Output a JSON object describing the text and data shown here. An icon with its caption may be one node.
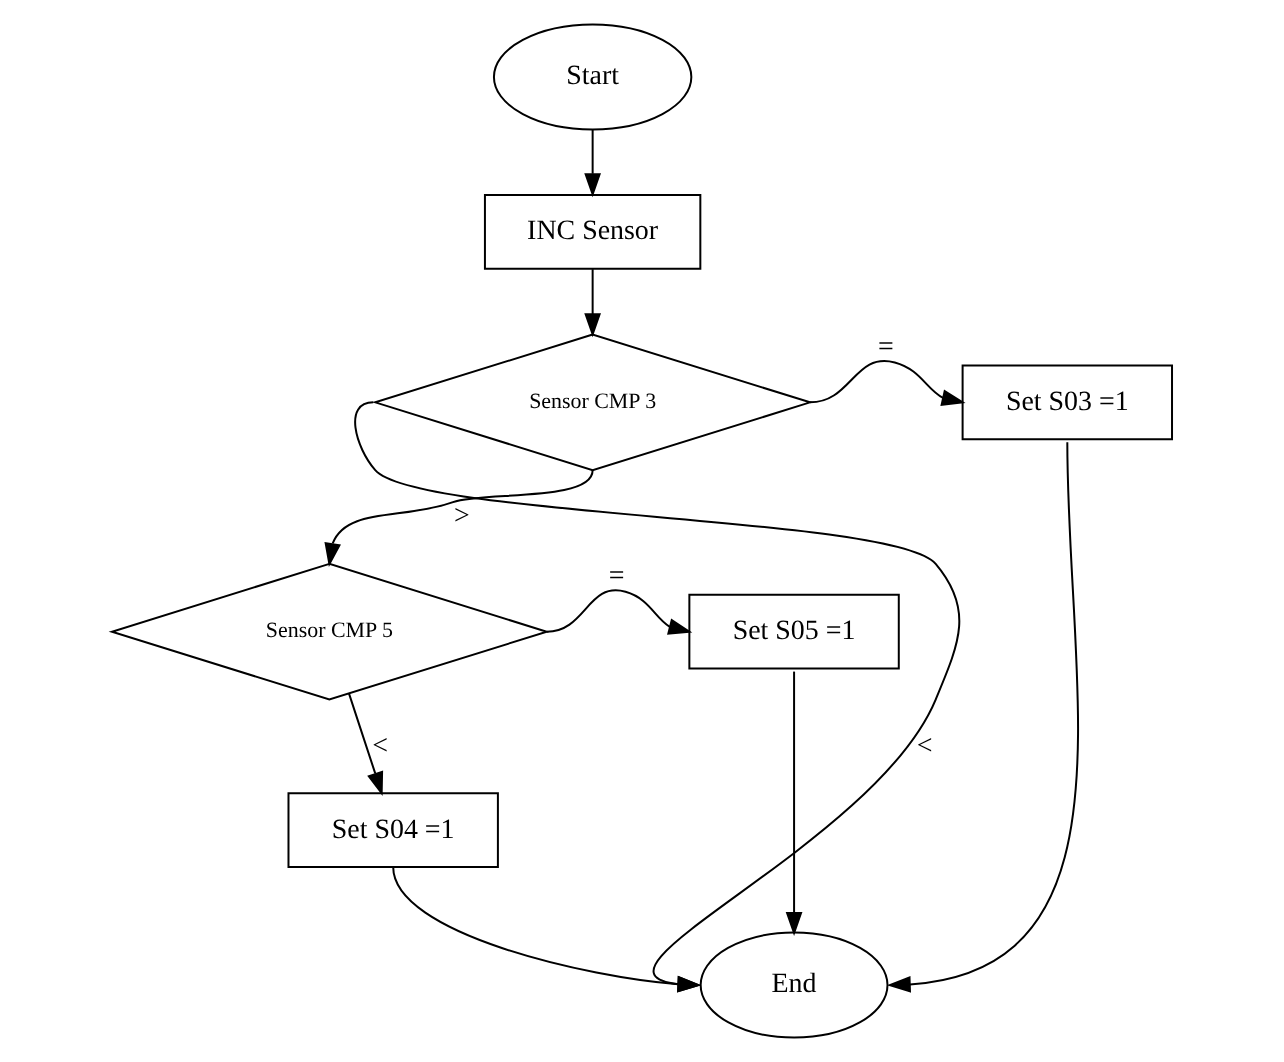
{
  "diagram": {
    "nodes": [
      {
        "text": [
          "Start"
        ]
      },
      {
        "text": [
          "INC Sensor"
        ]
      },
      {
        "text": [
          "Sensor CMP 3"
        ]
      },
      {
        "text": [
          "Set S03 =1"
        ]
      },
      {
        "text": [
          "Sensor CMP 5"
        ]
      },
      {
        "text": [
          "Set S04 =1"
        ]
      },
      {
        "text": [
          "Set S05 =1"
        ]
      },
      {
        "text": [
          "End"
        ]
      }
    ],
    "edges": [
      {
        "from": 0,
        "to": 1,
        "arrow": "to"
      },
      {
        "from": 1,
        "to": 2,
        "arrow": "to"
      },
      {
        "from": 2,
        "to": 3,
        "arrow": "to",
        "label": "="
      },
      {
        "from": 2,
        "to": 4,
        "arrow": "to",
        "label": ">"
      },
      {
        "from": 4,
        "to": 5,
        "arrow": "to",
        "label": "<"
      },
      {
        "from": 4,
        "to": 6,
        "arrow": "to",
        "label": "="
      },
      {
        "from": 2,
        "to": 7,
        "arrow": "to",
        "label": "<"
      },
      {
        "from": 3,
        "to": 7,
        "arrow": "to"
      },
      {
        "from": 5,
        "to": 7,
        "arrow": "to"
      },
      {
        "from": 6,
        "to": 7,
        "arrow": "to"
      }
    ]
  }
}
